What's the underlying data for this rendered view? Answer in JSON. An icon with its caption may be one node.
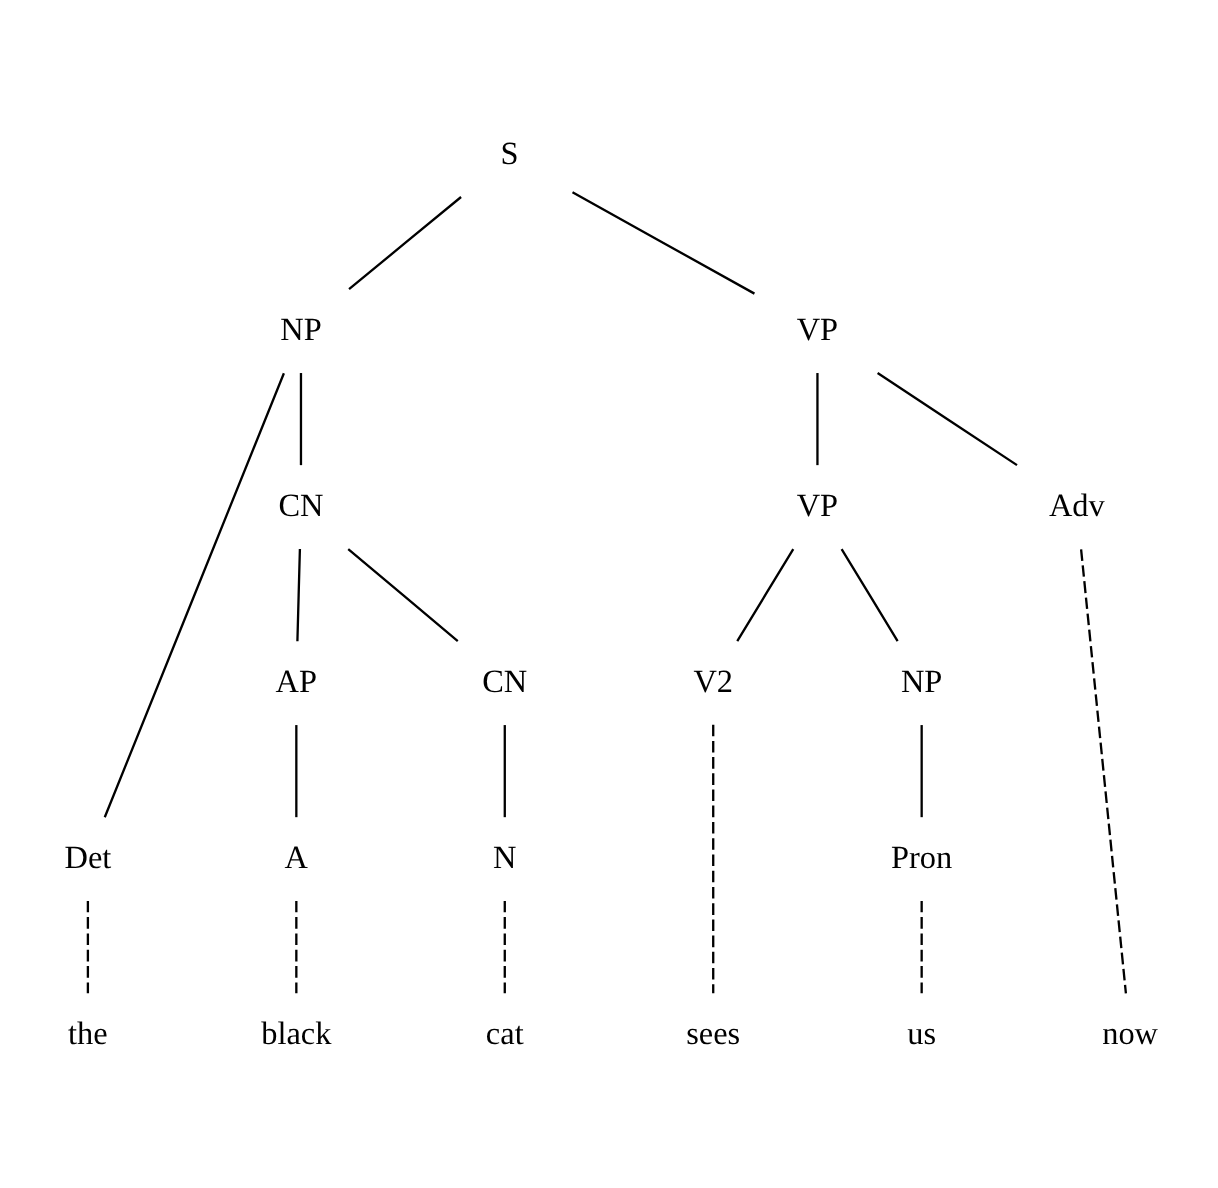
{
  "diagram": {
    "nodes": [
      {
        "text": [
          "S"
        ]
      },
      {
        "text": [
          "NP"
        ]
      },
      {
        "text": [
          "VP"
        ]
      },
      {
        "text": [
          "Det"
        ]
      },
      {
        "text": [
          "CN"
        ]
      },
      {
        "text": [
          "VP"
        ]
      },
      {
        "text": [
          "Adv"
        ]
      },
      {
        "text": [
          "AP"
        ]
      },
      {
        "text": [
          "CN"
        ]
      },
      {
        "text": [
          "V2"
        ]
      },
      {
        "text": [
          "NP"
        ]
      },
      {
        "text": [
          "A"
        ]
      },
      {
        "text": [
          "N"
        ]
      },
      {
        "text": [
          "Pron"
        ]
      },
      {
        "text": [
          "the"
        ]
      },
      {
        "text": [
          "black"
        ]
      },
      {
        "text": [
          "cat"
        ]
      },
      {
        "text": [
          "sees"
        ]
      },
      {
        "text": [
          "us"
        ]
      },
      {
        "text": [
          "now"
        ]
      }
    ],
    "edges": [
      {
        "from": 0,
        "to": 1,
        "arrow": "none"
      },
      {
        "from": 0,
        "to": 2,
        "arrow": "none"
      },
      {
        "from": 1,
        "to": 3,
        "arrow": "none"
      },
      {
        "from": 1,
        "to": 4,
        "arrow": "none"
      },
      {
        "from": 2,
        "to": 5,
        "arrow": "none"
      },
      {
        "from": 2,
        "to": 6,
        "arrow": "none"
      },
      {
        "from": 3,
        "to": 14,
        "arrow": "none",
        "style": "dashed"
      },
      {
        "from": 4,
        "to": 7,
        "arrow": "none"
      },
      {
        "from": 4,
        "to": 8,
        "arrow": "none"
      },
      {
        "from": 5,
        "to": 9,
        "arrow": "none"
      },
      {
        "from": 5,
        "to": 10,
        "arrow": "none"
      },
      {
        "from": 6,
        "to": 19,
        "arrow": "none",
        "style": "dashed"
      },
      {
        "from": 7,
        "to": 11,
        "arrow": "none"
      },
      {
        "from": 8,
        "to": 12,
        "arrow": "none"
      },
      {
        "from": 10,
        "to": 13,
        "arrow": "none"
      },
      {
        "from": 11,
        "to": 15,
        "arrow": "none",
        "style": "dashed"
      },
      {
        "from": 12,
        "to": 16,
        "arrow": "none",
        "style": "dashed"
      },
      {
        "from": 9,
        "to": 17,
        "arrow": "none",
        "style": "dashed"
      },
      {
        "from": 13,
        "to": 18,
        "arrow": "none",
        "style": "dashed"
      }
    ]
  }
}
